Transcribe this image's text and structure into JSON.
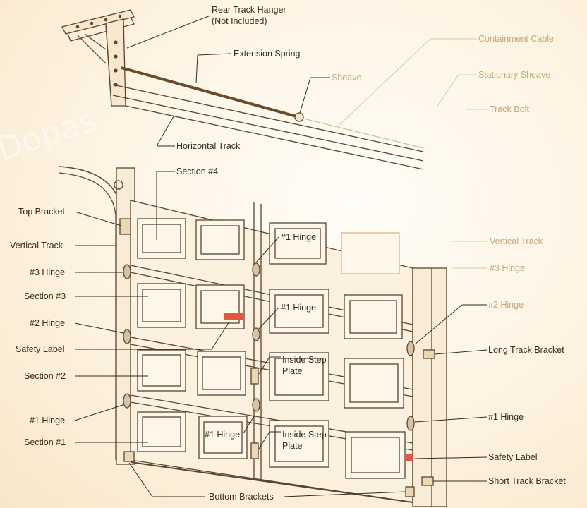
{
  "watermark": "Dopas",
  "colors": {
    "background": "#fdf3e1",
    "line": "#5a4530",
    "panel_fill": "#f6e7cd",
    "highlight": "#e8553a"
  },
  "labels": {
    "rear_track_hanger": "Rear Track Hanger",
    "rear_track_hanger_note": "(Not Included)",
    "extension_spring": "Extension Spring",
    "sheave": "Sheave",
    "containment_cable": "Containment Cable",
    "stationary_sheave": "Stationary Sheave",
    "track_bolt": "Track Bolt",
    "horizontal_track": "Horizontal Track",
    "section_4": "Section #4",
    "top_bracket": "Top Bracket",
    "vertical_track_left": "Vertical Track",
    "hinge_3": "#3 Hinge",
    "section_3": "Section #3",
    "hinge_2_left": "#2 Hinge",
    "safety_label_left": "Safety Label",
    "section_2": "Section #2",
    "hinge_1_left": "#1 Hinge",
    "section_1": "Section #1",
    "hinge_1_top_center": "#1 Hinge",
    "hinge_1_mid_center": "#1 Hinge",
    "inside_step_plate_upper_line1": "Inside Step",
    "inside_step_plate_upper_line2": "Plate",
    "hinge_1_low_center": "#1 Hinge",
    "inside_step_plate_lower_line1": "Inside Step",
    "inside_step_plate_lower_line2": "Plate",
    "bottom_brackets": "Bottom Brackets",
    "vertical_track_right": "Vertical Track",
    "hinge_3_right": "#3 Hinge",
    "hinge_2_right": "#2 Hinge",
    "long_track_bracket": "Long Track Bracket",
    "hinge_1_right": "#1 Hinge",
    "safety_label_right": "Safety Label",
    "short_track_bracket": "Short Track Bracket"
  }
}
